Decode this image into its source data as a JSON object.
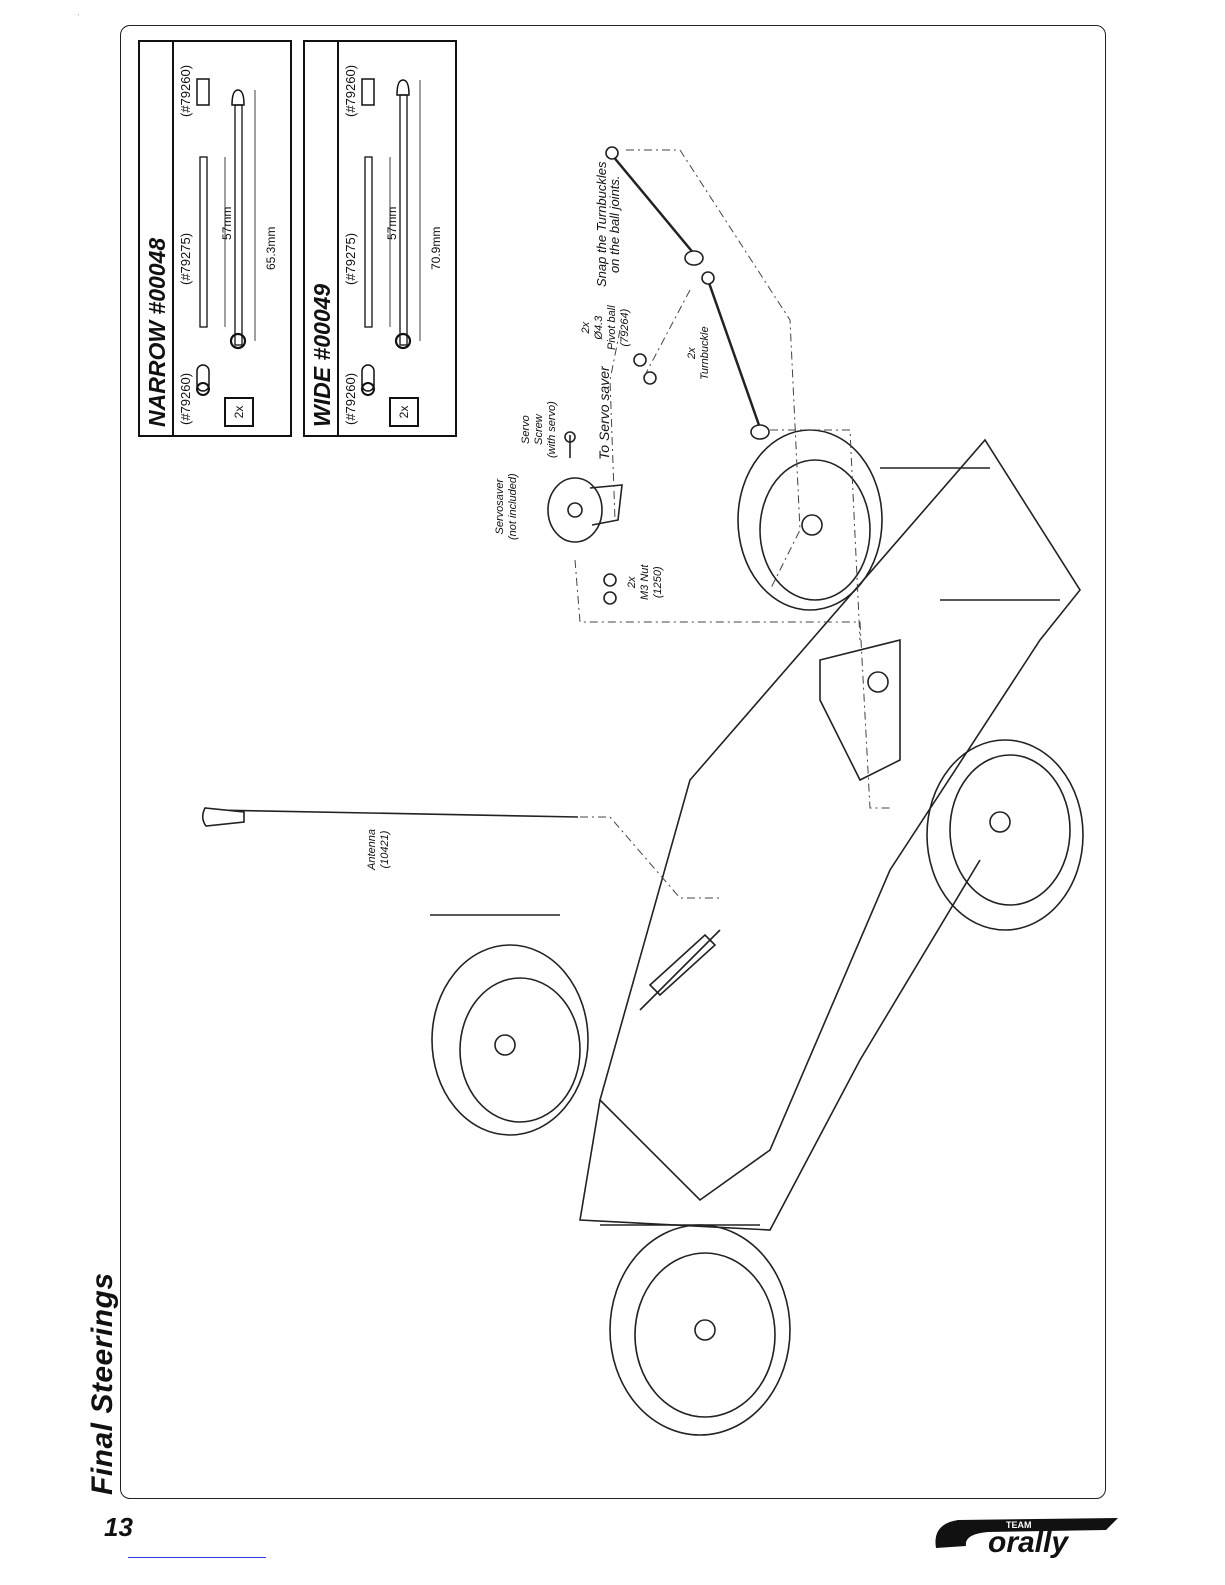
{
  "page": {
    "title": "Final Steerings",
    "page_number": "13",
    "brand": "TEAM CORALLY"
  },
  "kits": [
    {
      "title": "NARROW #00048",
      "part_left": "(#79260)",
      "part_mid": "(#79275)",
      "part_right": "(#79260)",
      "qty": "2x",
      "rod_length": "57mm",
      "total_length": "65.3mm"
    },
    {
      "title": "WIDE #00049",
      "part_left": "(#79260)",
      "part_mid": "(#79275)",
      "part_right": "(#79260)",
      "qty": "2x",
      "rod_length": "57mm",
      "total_length": "70.9mm"
    }
  ],
  "callouts": {
    "servosaver": [
      "Servosaver",
      "(not included)"
    ],
    "servo_screw": [
      "Servo",
      "Screw",
      "(with servo)"
    ],
    "to_servo_saver": "To Servo saver",
    "pivot_ball": [
      "2x",
      "Ø4.3",
      "Pivot ball",
      "(79264)"
    ],
    "turnbuckle": [
      "2x",
      "Turnbuckle"
    ],
    "snap_note": [
      "Snap the Turnbuckles",
      "on the ball joints."
    ],
    "m3_nut": [
      "2x",
      "M3 Nut",
      "(1250)"
    ],
    "antenna": [
      "Antenna",
      "(10421)"
    ]
  }
}
